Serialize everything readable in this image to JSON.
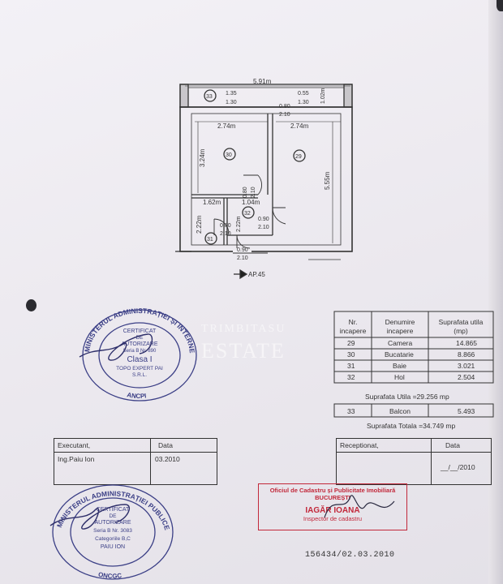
{
  "floor_plan": {
    "dims": {
      "top_width": "5.91m",
      "balcony_w1": "1.35",
      "balcony_h1": "1.30",
      "balcony_w2": "0.55",
      "balcony_h2": "1.30",
      "balcony_depth": "1.02m",
      "door_kitchen_w": "0.80",
      "door_kitchen_h": "2.10",
      "kitchen_width": "2.74m",
      "room_width": "2.74m",
      "kitchen_height": "3.24m",
      "room_height": "5.55m",
      "bath_width": "1.62m",
      "bath_height": "2.22m",
      "hall_width": "1.04m",
      "hall_height": "2.22m",
      "door_hall_w": "0.80",
      "door_hall_h": "2.10",
      "door_room_w": "0.90",
      "door_room_h": "2.10",
      "door_bath_w": "0.80",
      "door_bath_h": "2.10",
      "entry_w": "0.90",
      "entry_h": "2.10"
    },
    "rooms": {
      "r33": "33",
      "r30": "30",
      "r29": "29",
      "r32": "32",
      "r31": "31"
    },
    "entry_label": "AP.45"
  },
  "watermark": {
    "line1": "TRIMBITASU",
    "line2": "ESTATE"
  },
  "room_table": {
    "headers": [
      "Nr. incapere",
      "Denumire incapere",
      "Suprafata utila (mp)"
    ],
    "rows": [
      [
        "29",
        "Camera",
        "14.865"
      ],
      [
        "30",
        "Bucatarie",
        "8.866"
      ],
      [
        "31",
        "Baie",
        "3.021"
      ],
      [
        "32",
        "Hol",
        "2.504"
      ]
    ],
    "useful_area": "Suprafata Utila =29.256 mp",
    "balcony_row": [
      "33",
      "Balcon",
      "5.493"
    ],
    "total_area": "Suprafata Totala =34.749 mp"
  },
  "seal_top": {
    "ring": "MINISTERUL ADMINISTRAȚIEI ȘI INTERNELOR",
    "bottom": "ANCPI",
    "l1": "CERTIFICAT",
    "l2": "DE",
    "l3": "AUTORIZARE",
    "l4": "Seria B Nr. 890",
    "l5": "Clasa I",
    "l6": "TOPO EXPERT PAI",
    "l7": "S.R.L."
  },
  "executant": {
    "label": "Executant,",
    "date_label": "Data",
    "name": "Ing.Paiu Ion",
    "date": "03.2010"
  },
  "receptionat": {
    "label": "Receptionat,",
    "date_label": "Data",
    "date": "__/__/2010"
  },
  "seal_bottom": {
    "ring": "MINISTERUL ADMINISTRAȚIEI PUBLICE",
    "bottom": "ONCGC",
    "l1": "CERTIFICAT",
    "l2": "DE",
    "l3": "AUTORIZARE",
    "l4": "Seria B Nr. 3083",
    "l5": "Categoriile B,C",
    "l6": "PAIU ION"
  },
  "red_stamp": {
    "line1": "Oficiul de Cadastru și Publicitate Imobiliară",
    "line2": "BUCUREȘTI",
    "line3": "IAGĂR IOANA",
    "line4": "Inspector de cadastru"
  },
  "doc_number": "156434/02.03.2010",
  "colors": {
    "ink": "#333333",
    "seal_blue": "#3b3f86",
    "stamp_red": "#c2283a"
  }
}
